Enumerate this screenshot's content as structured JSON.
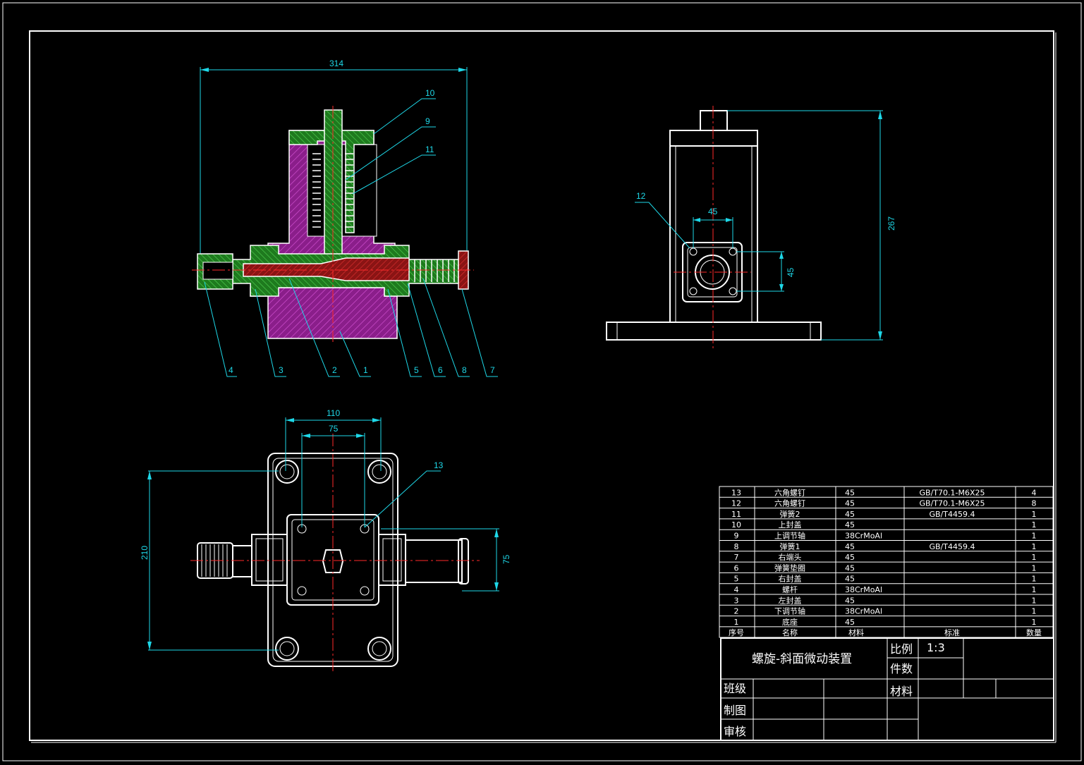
{
  "drawing": {
    "title": "螺旋-斜面微动装置",
    "scale_label": "比例",
    "scale_value": "1:3",
    "count_label": "件数",
    "material_label": "材料",
    "class_label": "班级",
    "drawn_label": "制图",
    "review_label": "审核"
  },
  "dimensions": {
    "front_width": "314",
    "side_height": "267",
    "side_spacing_h": "45",
    "side_spacing_v": "45",
    "top_outer": "110",
    "top_inner": "75",
    "top_height": "210",
    "top_flange": "75"
  },
  "callouts": [
    "1",
    "2",
    "3",
    "4",
    "5",
    "6",
    "7",
    "8",
    "9",
    "10",
    "11",
    "12",
    "13"
  ],
  "bom": {
    "headers": {
      "no": "序号",
      "name": "名称",
      "material": "材料",
      "standard": "标准",
      "qty": "数量"
    },
    "rows": [
      {
        "no": "13",
        "name": "六角螺钉",
        "material": "45",
        "standard": "GB/T70.1-M6X25",
        "qty": "4"
      },
      {
        "no": "12",
        "name": "六角螺钉",
        "material": "45",
        "standard": "GB/T70.1-M6X25",
        "qty": "8"
      },
      {
        "no": "11",
        "name": "弹簧2",
        "material": "45",
        "standard": "GB/T4459.4",
        "qty": "1"
      },
      {
        "no": "10",
        "name": "上封盖",
        "material": "45",
        "standard": "",
        "qty": "1"
      },
      {
        "no": "9",
        "name": "上调节轴",
        "material": "38CrMoAl",
        "standard": "",
        "qty": "1"
      },
      {
        "no": "8",
        "name": "弹簧1",
        "material": "45",
        "standard": "GB/T4459.4",
        "qty": "1"
      },
      {
        "no": "7",
        "name": "右端头",
        "material": "45",
        "standard": "",
        "qty": "1"
      },
      {
        "no": "6",
        "name": "弹簧垫圈",
        "material": "45",
        "standard": "",
        "qty": "1"
      },
      {
        "no": "5",
        "name": "右封盖",
        "material": "45",
        "standard": "",
        "qty": "1"
      },
      {
        "no": "4",
        "name": "螺杆",
        "material": "38CrMoAl",
        "standard": "",
        "qty": "1"
      },
      {
        "no": "3",
        "name": "左封盖",
        "material": "45",
        "standard": "",
        "qty": "1"
      },
      {
        "no": "2",
        "name": "下调节轴",
        "material": "38CrMoAl",
        "standard": "",
        "qty": "1"
      },
      {
        "no": "1",
        "name": "底座",
        "material": "45",
        "standard": "",
        "qty": "1"
      }
    ]
  }
}
